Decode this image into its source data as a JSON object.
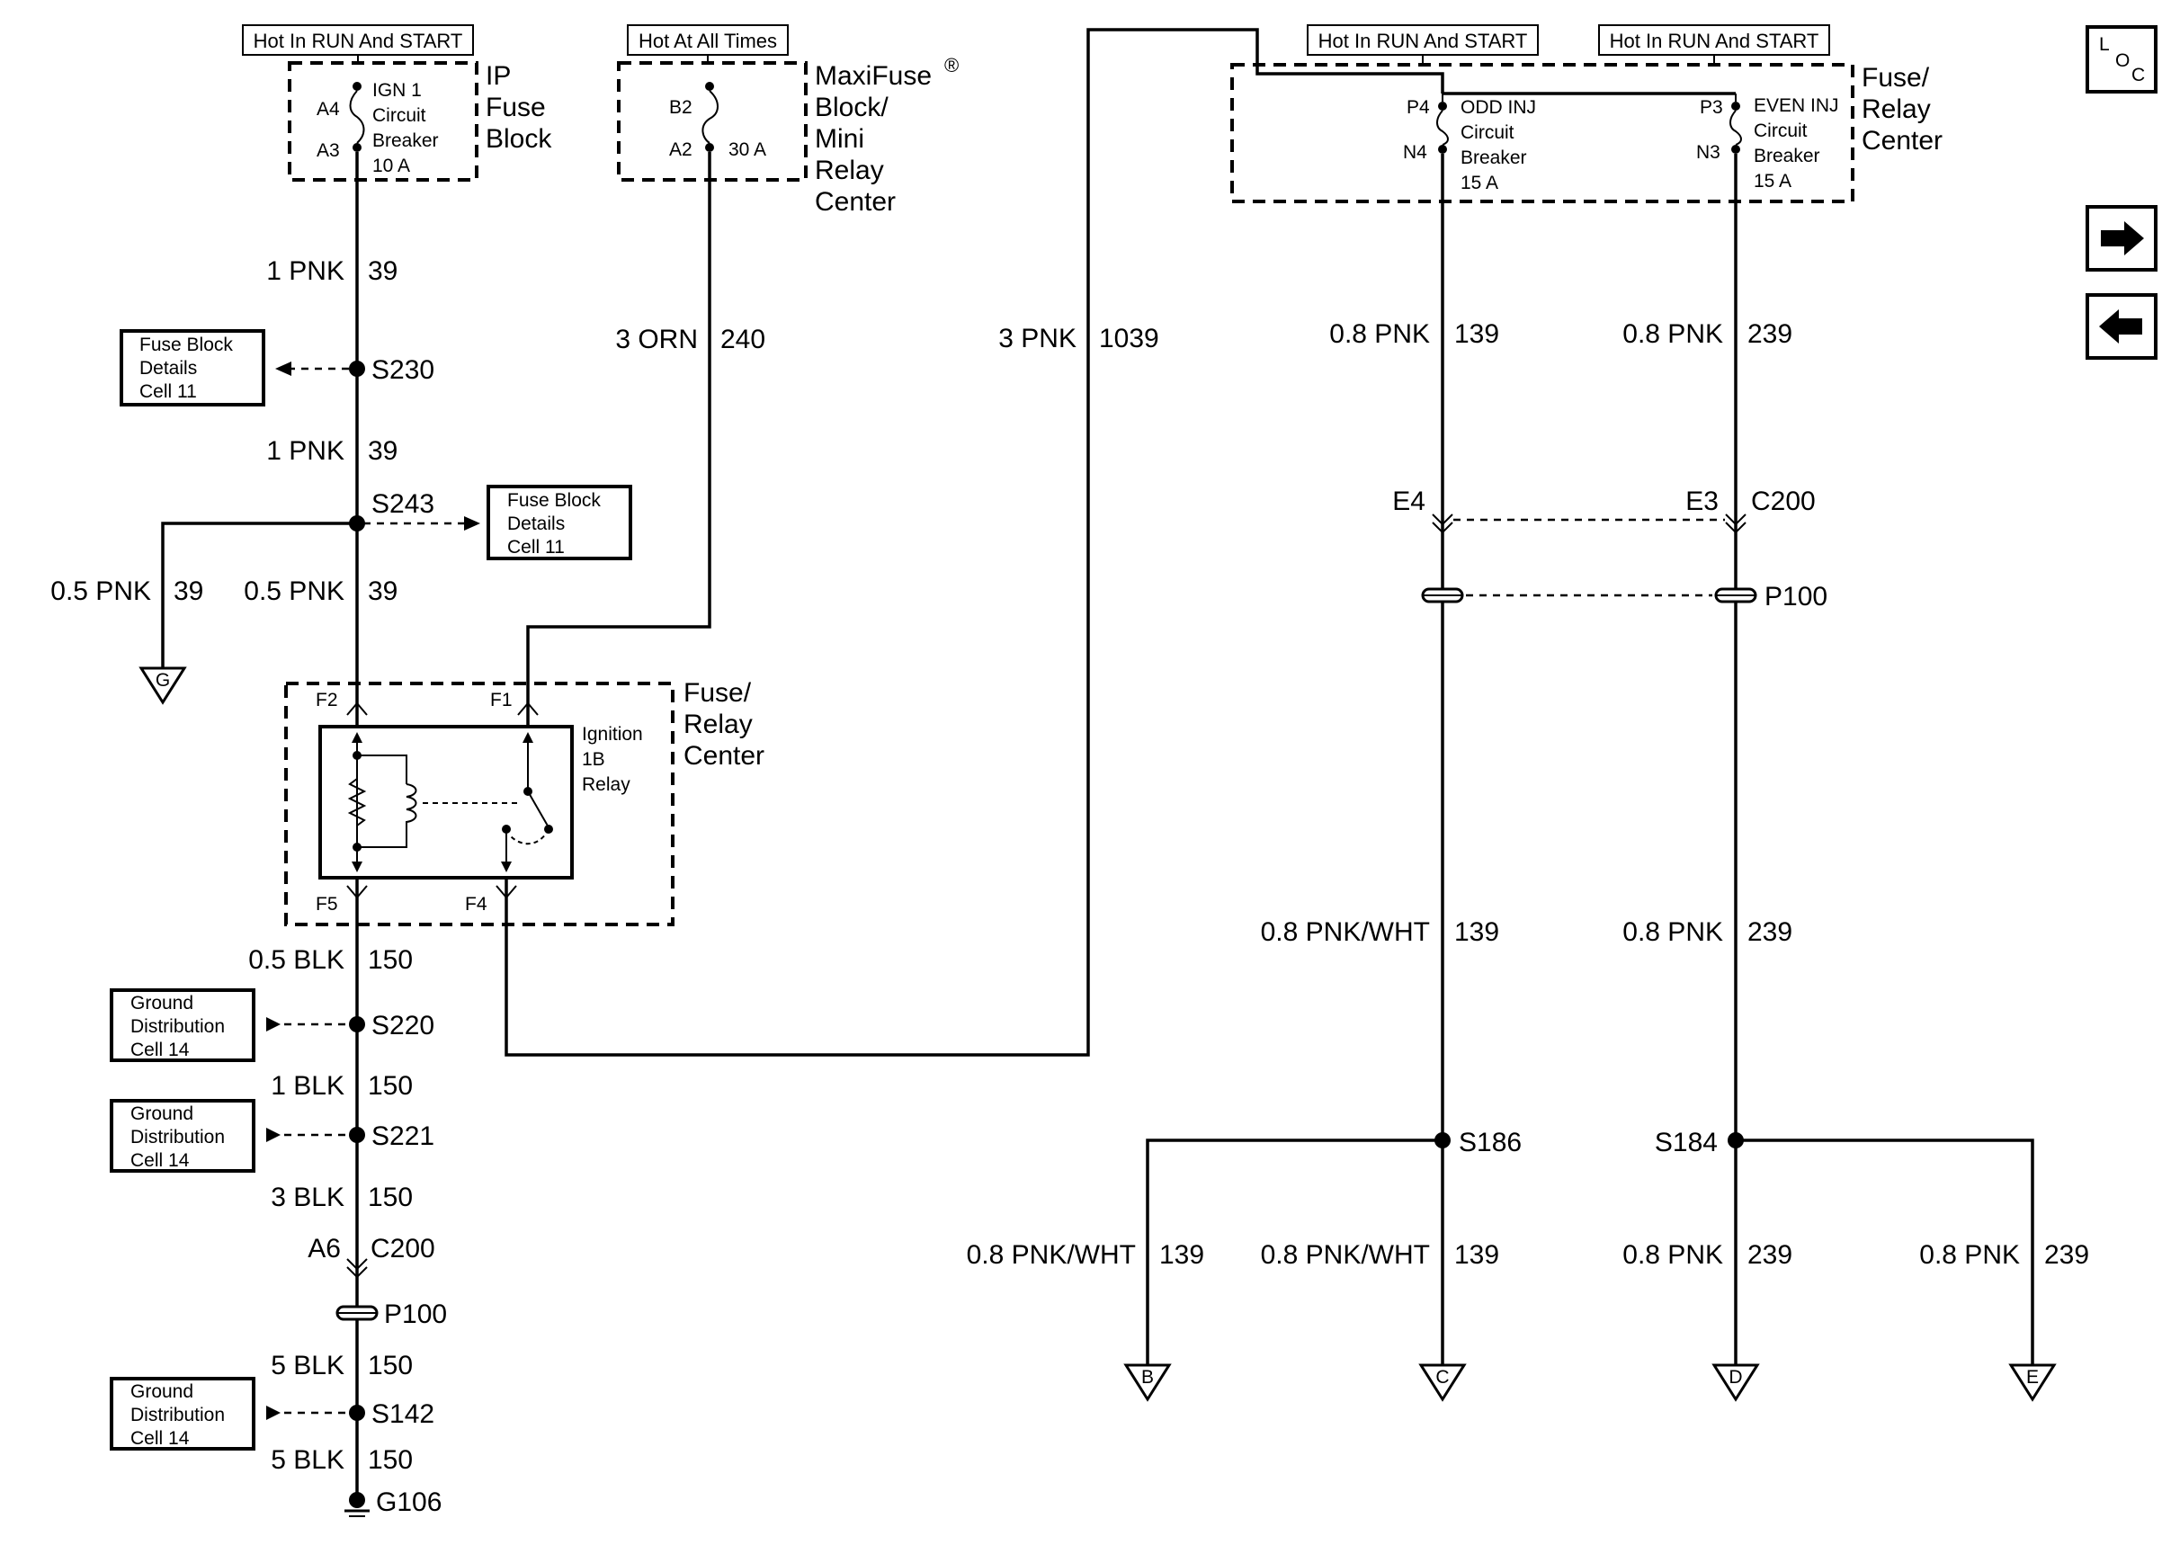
{
  "headers": {
    "hot_run_start_left": "Hot In RUN And START",
    "hot_all_times": "Hot At All Times",
    "hot_run_start_mid": "Hot In RUN And START",
    "hot_run_start_right": "Hot In RUN And START"
  },
  "ip_fuse_block": {
    "pin_a4": "A4",
    "pin_a3": "A3",
    "label": [
      "IGN 1",
      "Circuit",
      "Breaker",
      "10 A"
    ],
    "title": [
      "IP",
      "Fuse",
      "Block"
    ]
  },
  "maxifuse": {
    "pin_b2": "B2",
    "pin_a2": "A2",
    "rating": "30 A",
    "title": [
      "MaxiFuse",
      "Block/",
      "Mini",
      "Relay",
      "Center"
    ],
    "registered": "®"
  },
  "fuse_relay_center_top": {
    "pin_p4": "P4",
    "pin_n4": "N4",
    "odd": [
      "ODD INJ",
      "Circuit",
      "Breaker",
      "15 A"
    ],
    "pin_p3": "P3",
    "pin_n3": "N3",
    "even": [
      "EVEN INJ",
      "Circuit",
      "Breaker",
      "15 A"
    ],
    "title": [
      "Fuse/",
      "Relay",
      "Center"
    ]
  },
  "wires": {
    "w1_size": "1 PNK",
    "w1_circ": "39",
    "w2_size": "1 PNK",
    "w2_circ": "39",
    "w3l_size": "0.5 PNK",
    "w3l_circ": "39",
    "w3r_size": "0.5 PNK",
    "w3r_circ": "39",
    "orn_size": "3 ORN",
    "orn_circ": "240",
    "pnk1039_size": "3 PNK",
    "pnk1039_circ": "1039",
    "odd_top_size": "0.8 PNK",
    "odd_top_circ": "139",
    "even_top_size": "0.8 PNK",
    "even_top_circ": "239",
    "odd_mid_size": "0.8 PNK/WHT",
    "odd_mid_circ": "139",
    "even_mid_size": "0.8 PNK",
    "even_mid_circ": "239",
    "blk1_size": "0.5 BLK",
    "blk1_circ": "150",
    "blk2_size": "1 BLK",
    "blk2_circ": "150",
    "blk3_size": "3 BLK",
    "blk3_circ": "150",
    "blk4_size": "5 BLK",
    "blk4_circ": "150",
    "blk5_size": "5 BLK",
    "blk5_circ": "150",
    "b_size": "0.8 PNK/WHT",
    "b_circ": "139",
    "c_size": "0.8 PNK/WHT",
    "c_circ": "139",
    "d_size": "0.8 PNK",
    "d_circ": "239",
    "e_size": "0.8 PNK",
    "e_circ": "239"
  },
  "splices": {
    "s230": "S230",
    "s243": "S243",
    "s220": "S220",
    "s221": "S221",
    "s142": "S142",
    "s186": "S186",
    "s184": "S184"
  },
  "connectors": {
    "e4": "E4",
    "e3": "E3",
    "c200_right": "C200",
    "p100_right": "P100",
    "a6": "A6",
    "c200_left": "C200",
    "p100_left": "P100",
    "g106": "G106"
  },
  "grounds": {
    "g": "G",
    "b": "B",
    "c": "C",
    "d": "D",
    "e": "E"
  },
  "relay": {
    "f2": "F2",
    "f1": "F1",
    "f5": "F5",
    "f4": "F4",
    "label": [
      "Ignition",
      "1B",
      "Relay"
    ],
    "center_title": [
      "Fuse/",
      "Relay",
      "Center"
    ]
  },
  "refs": {
    "fuse_block_details_1": [
      "Fuse Block",
      "Details",
      "Cell 11"
    ],
    "fuse_block_details_2": [
      "Fuse Block",
      "Details",
      "Cell 11"
    ],
    "ground_dist_1": [
      "Ground",
      "Distribution",
      "Cell 14"
    ],
    "ground_dist_2": [
      "Ground",
      "Distribution",
      "Cell 14"
    ],
    "ground_dist_3": [
      "Ground",
      "Distribution",
      "Cell 14"
    ]
  },
  "nav": {
    "loc_l": "L",
    "loc_o": "O",
    "loc_c": "C"
  }
}
